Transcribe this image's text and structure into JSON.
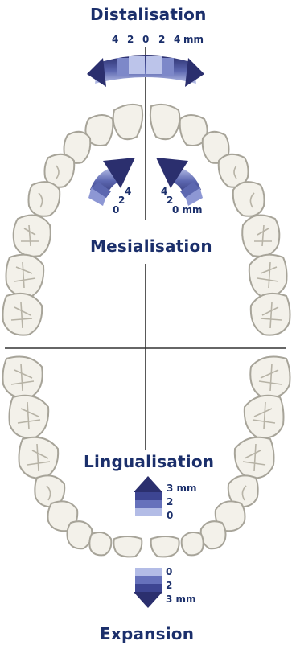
{
  "labels": {
    "distalisation": "Distalisation",
    "mesialisation": "Mesialisation",
    "lingualisation": "Lingualisation",
    "expansion": "Expansion"
  },
  "distal_scale": {
    "n4l": "4",
    "n2l": "2",
    "n0": "0",
    "n2r": "2",
    "n4r": "4",
    "unit": "mm"
  },
  "mesial_left_scale": {
    "a": "0",
    "b": "2",
    "c": "4"
  },
  "mesial_right_scale": {
    "a": "4",
    "b": "2",
    "c": "0 mm"
  },
  "lingual_scale": {
    "top": "3 mm",
    "mid": "2",
    "bot": "0"
  },
  "expansion_scale": {
    "top": "0",
    "mid": "2",
    "bot": "3 mm"
  },
  "colors": {
    "text": "#1b2f6b",
    "tooth_fill": "#f3f1ea",
    "tooth_stroke": "#a7a499",
    "arrow_dark": "#2b2f6e",
    "arrow_mid": "#5c67b0",
    "arrow_light": "#a9b3e0",
    "axis": "#222222"
  }
}
